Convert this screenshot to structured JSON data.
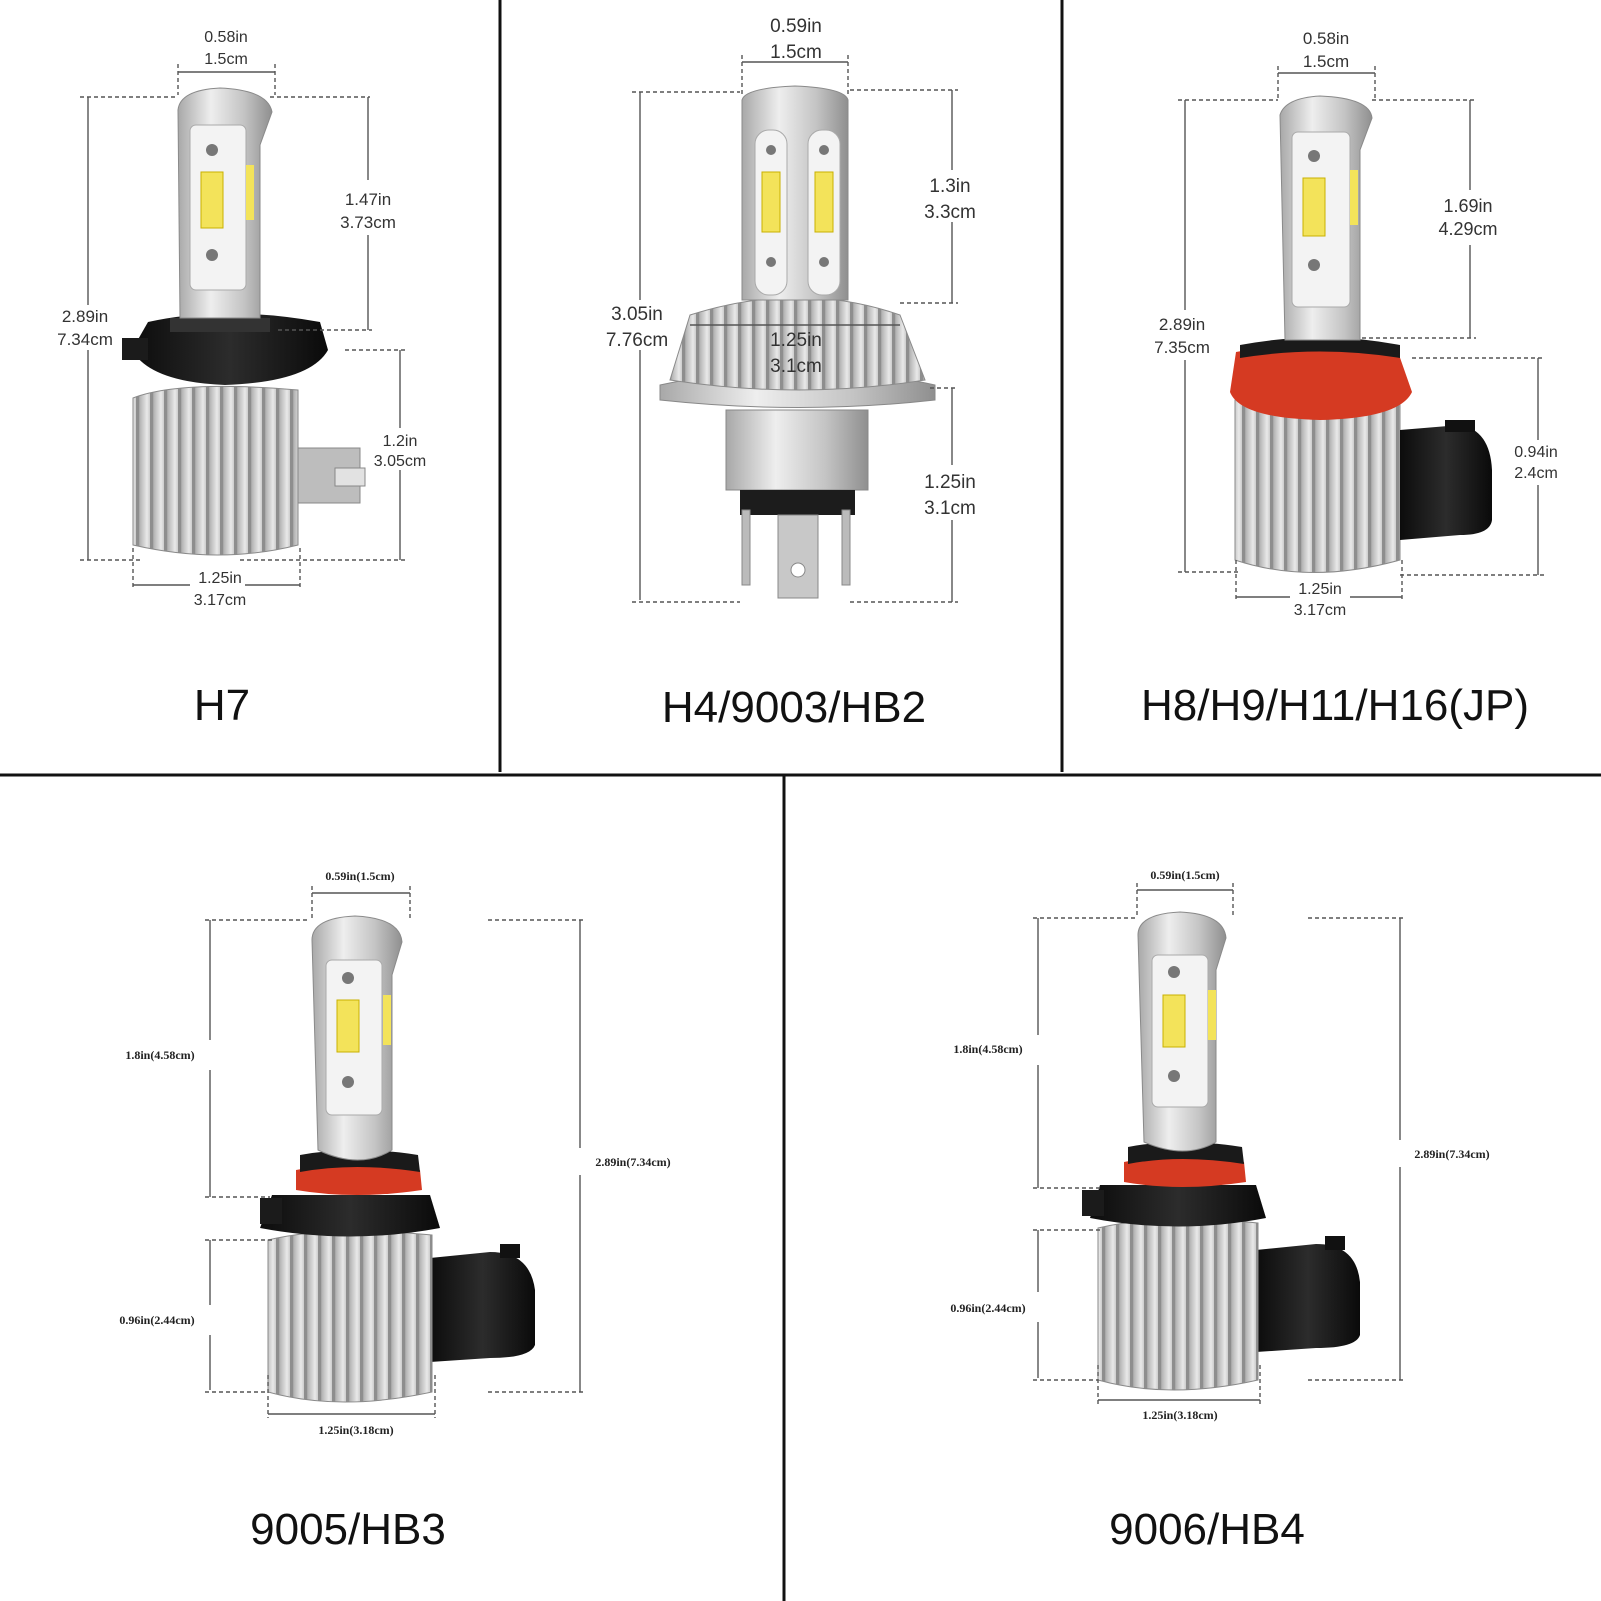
{
  "colors": {
    "aluminum": "#c9c9c9",
    "aluminum_light": "#ececec",
    "aluminum_dark": "#9a9a9a",
    "base_black": "#1a1a1a",
    "seal_red": "#d53a22",
    "led_yellow": "#f3e35a",
    "divider": "#111111"
  },
  "panels": [
    {
      "id": "h7",
      "label": "H7",
      "dims": {
        "top_width": [
          "0.58in",
          "1.5cm"
        ],
        "upper_height": [
          "1.47in",
          "3.73cm"
        ],
        "total_height": [
          "2.89in",
          "7.34cm"
        ],
        "base_height": [
          "1.2in",
          "3.05cm"
        ],
        "base_width": [
          "1.25in",
          "3.17cm"
        ]
      }
    },
    {
      "id": "h4",
      "label": "H4/9003/HB2",
      "dims": {
        "top_width": [
          "0.59in",
          "1.5cm"
        ],
        "upper_height": [
          "1.3in",
          "3.3cm"
        ],
        "total_height": [
          "3.05in",
          "7.76cm"
        ],
        "flange_width": [
          "1.25in",
          "3.1cm"
        ],
        "base_height": [
          "1.25in",
          "3.1cm"
        ]
      }
    },
    {
      "id": "h11",
      "label": "H8/H9/H11/H16(JP)",
      "dims": {
        "top_width": [
          "0.58in",
          "1.5cm"
        ],
        "upper_height": [
          "1.69in",
          "4.29cm"
        ],
        "total_height": [
          "2.89in",
          "7.35cm"
        ],
        "base_height": [
          "0.94in",
          "2.4cm"
        ],
        "base_width": [
          "1.25in",
          "3.17cm"
        ]
      }
    },
    {
      "id": "9005",
      "label": "9005/HB3",
      "dims": {
        "top_width": "0.59in(1.5cm)",
        "upper_height": "1.8in(4.58cm)",
        "total_height": "2.89in(7.34cm)",
        "base_height": "0.96in(2.44cm)",
        "base_width": "1.25in(3.18cm)"
      }
    },
    {
      "id": "9006",
      "label": "9006/HB4",
      "dims": {
        "top_width": "0.59in(1.5cm)",
        "upper_height": "1.8in(4.58cm)",
        "total_height": "2.89in(7.34cm)",
        "base_height": "0.96in(2.44cm)",
        "base_width": "1.25in(3.18cm)"
      }
    }
  ]
}
